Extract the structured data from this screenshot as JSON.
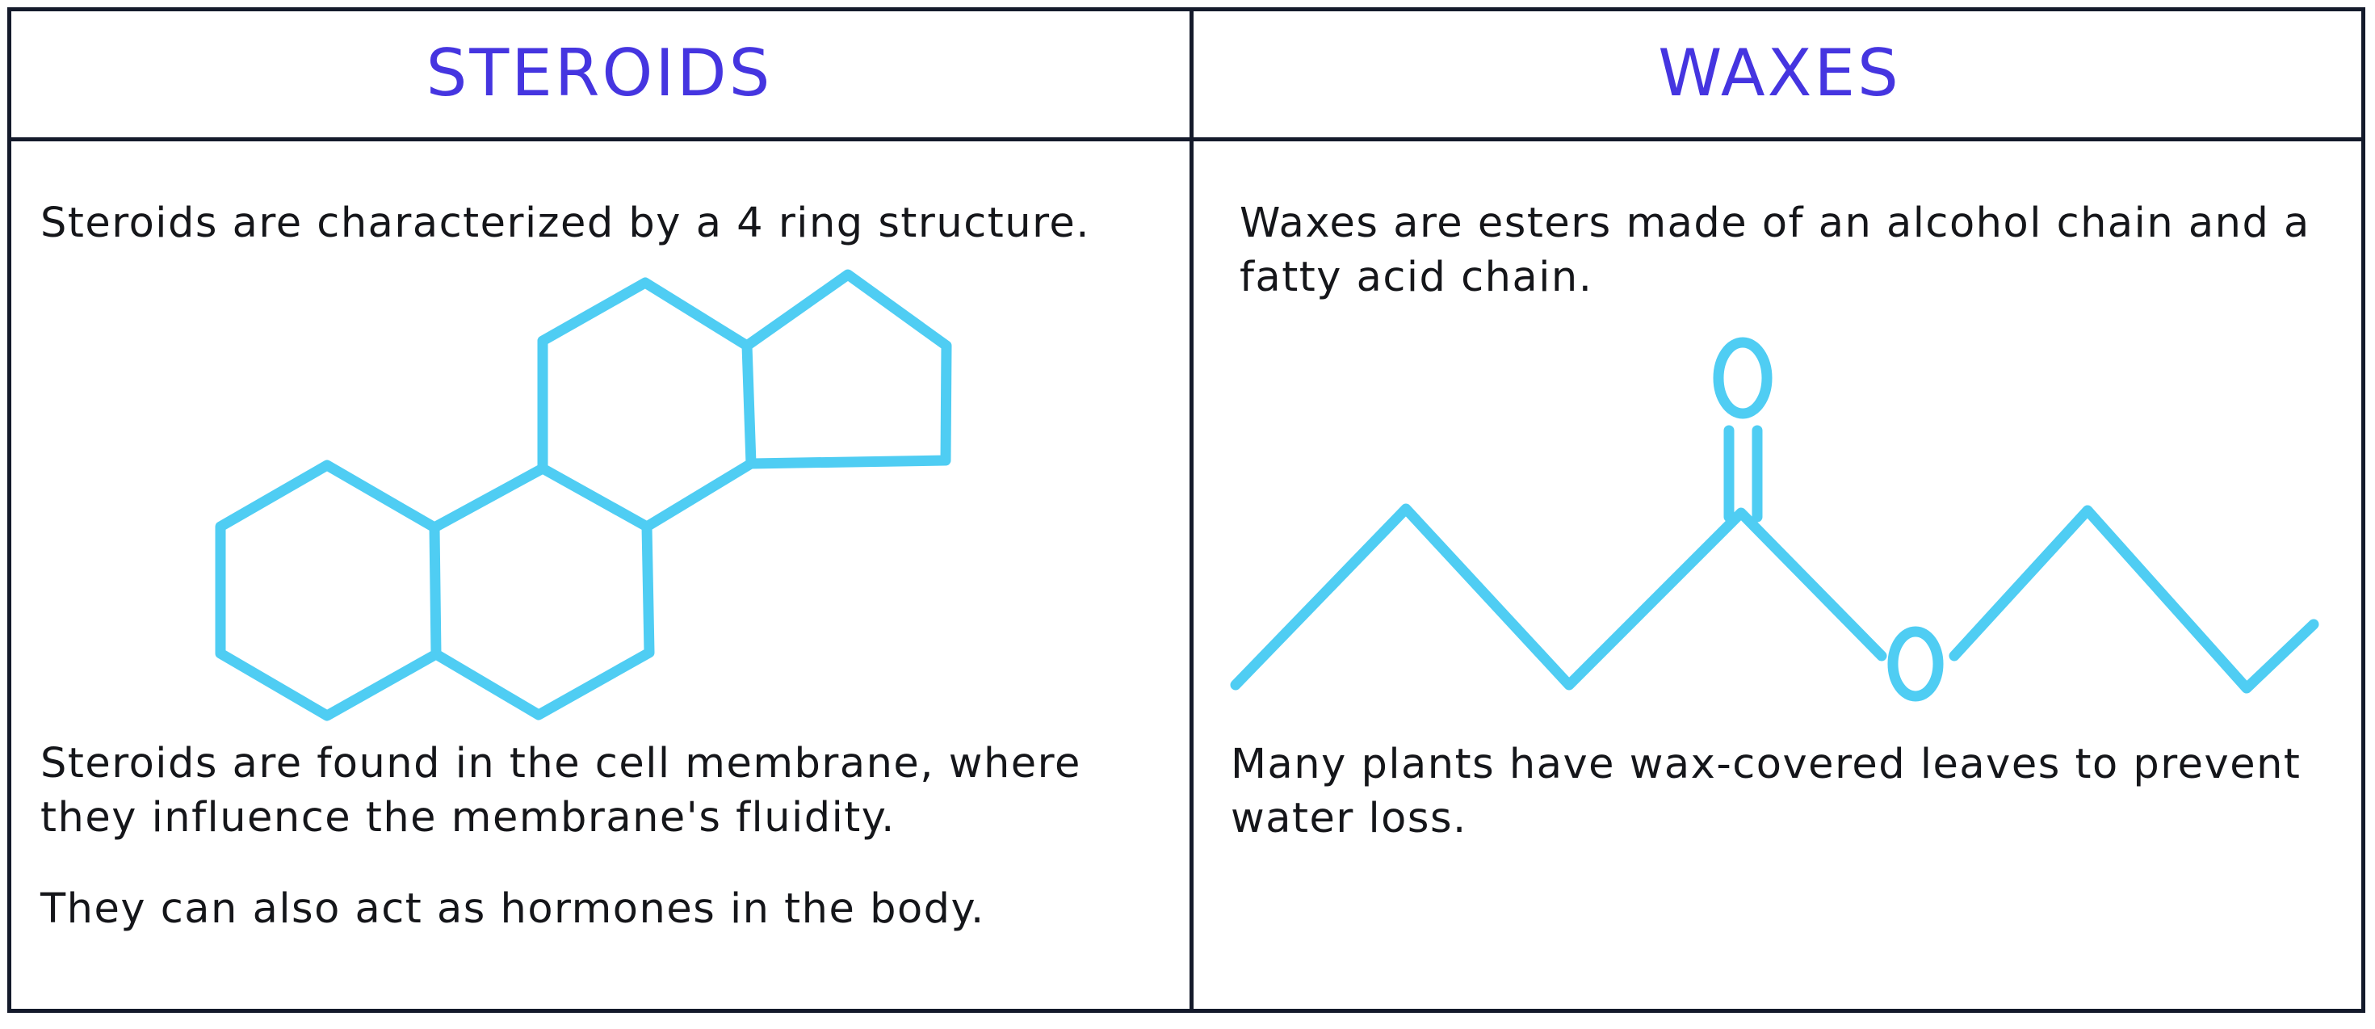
{
  "steroids": {
    "heading": "STEROIDS",
    "intro": "Steroids are characterized by a 4 ring structure.",
    "para1": "Steroids are found in the cell membrane, where they influence the membrane's fluidity.",
    "para2": "They can also act as hormones in the body."
  },
  "waxes": {
    "heading": "WAXES",
    "intro": "Waxes are esters made of an alcohol chain and a fatty acid chain.",
    "para1": "Many plants have wax-covered leaves to prevent water loss.",
    "atom_carbonyl_o": "O",
    "atom_ester_o": "O"
  },
  "colors": {
    "heading": "#4535e0",
    "molecule": "#4fcdf3",
    "border": "#141a2b",
    "text": "#15161a"
  }
}
